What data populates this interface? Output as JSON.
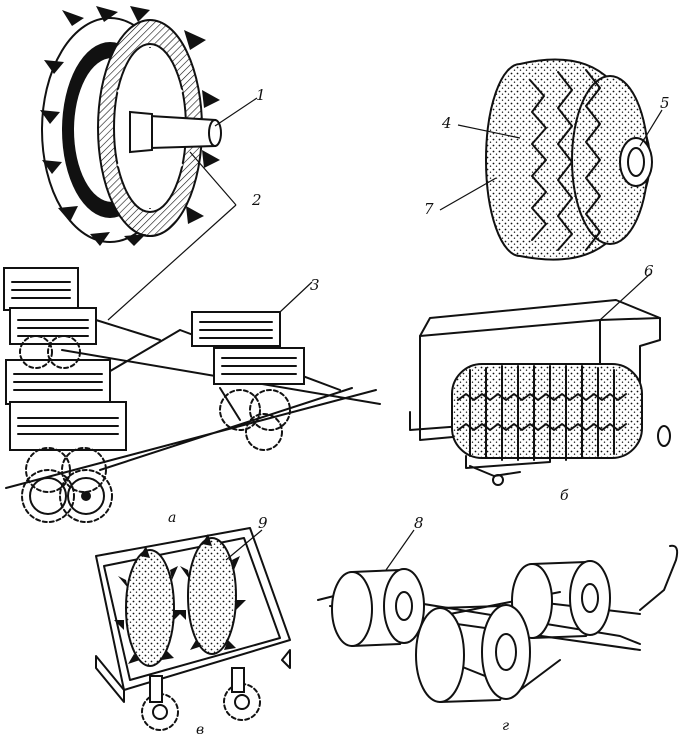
{
  "labels": {
    "l1": "1",
    "l2": "2",
    "l3": "3",
    "l4": "4",
    "l5": "5",
    "l6": "6",
    "l7": "7",
    "l8": "8",
    "l9": "9"
  },
  "captions": {
    "a": "а",
    "b": "б",
    "v": "в",
    "g": "г"
  }
}
